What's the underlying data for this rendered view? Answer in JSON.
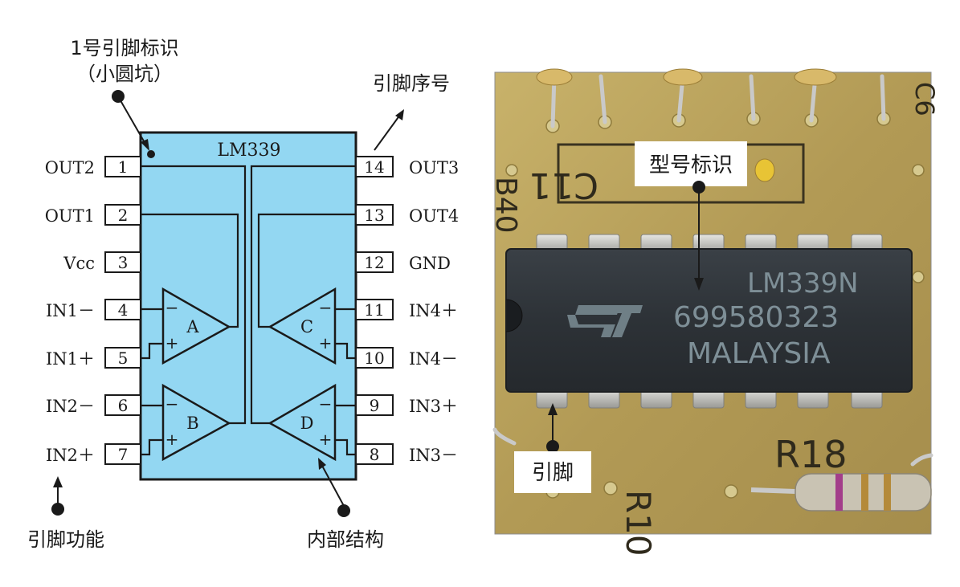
{
  "colors": {
    "chip_fill": "#93d7f2",
    "line": "#1a1a1a",
    "board": "#b9a25e",
    "ic_body": "#2e3338",
    "ic_marking": "#7e8f97"
  },
  "schematic": {
    "chip_label": "LM339",
    "annotations": {
      "pin1_mark_line1": "1号引脚标识",
      "pin1_mark_line2": "（小圆坑）",
      "pin_number": "引脚序号",
      "pin_function": "引脚功能",
      "internal_structure": "内部结构"
    },
    "left_pins": [
      {
        "num": "1",
        "label": "OUT2"
      },
      {
        "num": "2",
        "label": "OUT1"
      },
      {
        "num": "3",
        "label": "Vcc"
      },
      {
        "num": "4",
        "label": "IN1－"
      },
      {
        "num": "5",
        "label": "IN1＋"
      },
      {
        "num": "6",
        "label": "IN2－"
      },
      {
        "num": "7",
        "label": "IN2＋"
      }
    ],
    "right_pins": [
      {
        "num": "14",
        "label": "OUT3"
      },
      {
        "num": "13",
        "label": "OUT4"
      },
      {
        "num": "12",
        "label": "GND"
      },
      {
        "num": "11",
        "label": "IN4＋"
      },
      {
        "num": "10",
        "label": "IN4－"
      },
      {
        "num": "9",
        "label": "IN3＋"
      },
      {
        "num": "8",
        "label": "IN3－"
      }
    ],
    "comparators": [
      "A",
      "B",
      "C",
      "D"
    ],
    "minus_sign": "−",
    "plus_sign": "+"
  },
  "photo": {
    "callouts": {
      "model_mark": "型号标识",
      "pin": "引脚"
    },
    "ic_marking": [
      "LM339N",
      "699580323",
      "MALAYSIA"
    ],
    "board_labels": [
      "C11",
      "R18",
      "R10",
      "B40",
      "C6"
    ]
  }
}
